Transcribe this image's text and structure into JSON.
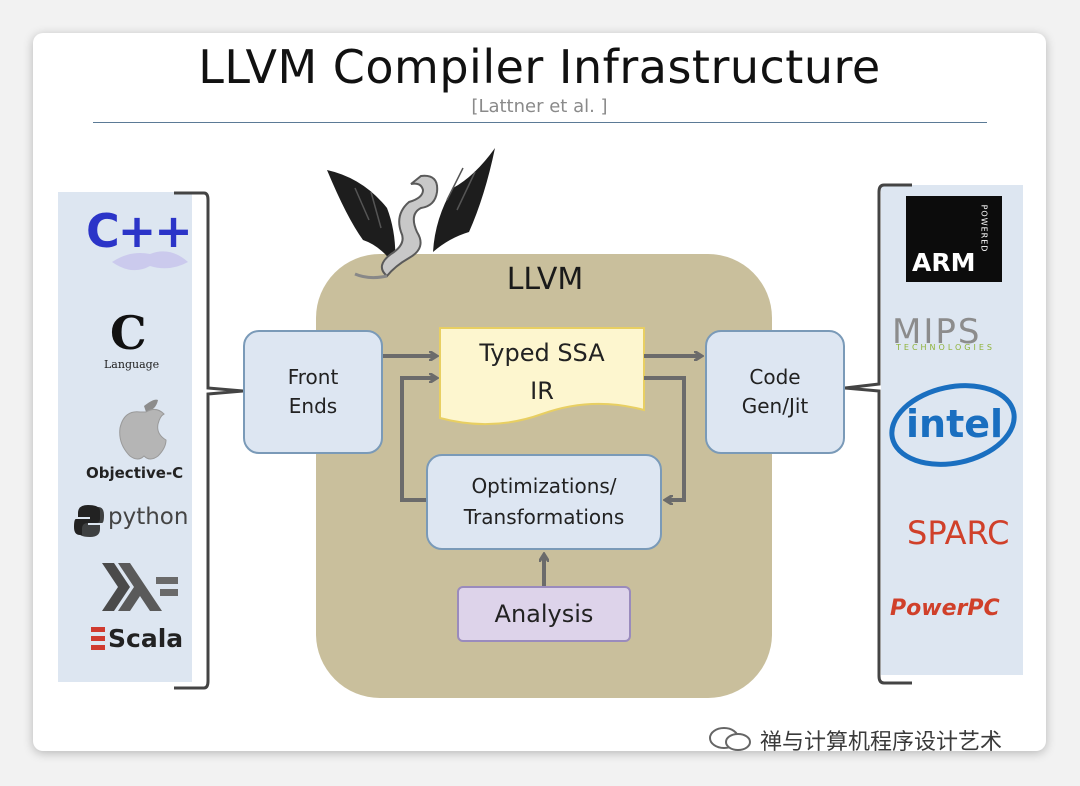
{
  "title": "LLVM Compiler Infrastructure",
  "subtitle": "[Lattner et al. ]",
  "core": {
    "label": "LLVM",
    "front_ends": [
      "Front",
      "Ends"
    ],
    "ir": [
      "Typed SSA",
      "IR"
    ],
    "optimizations": [
      "Optimizations/",
      "Transformations"
    ],
    "analysis": "Analysis",
    "code_gen": [
      "Code",
      "Gen/Jit"
    ]
  },
  "languages": {
    "cpp": "C++",
    "c_letter": "C",
    "c_sub": "Language",
    "objc": "Objective-C",
    "python": "python",
    "scala": "Scala"
  },
  "targets": {
    "arm": "ARM",
    "arm_sub": "POWERED",
    "mips": "MIPS",
    "mips_sub": "TECHNOLOGIES",
    "intel": "intel",
    "sparc": "SPARC",
    "powerpc": "PowerPC"
  },
  "watermark": "禅与计算机程序设计艺术",
  "colors": {
    "llvm_region": "#c9bf9c",
    "box_fill": "#dde6f2",
    "ir_fill": "#fdf6cf",
    "analysis_fill": "#ddd3ea",
    "arrow": "#6b6b6b",
    "panel": "#dde6f1"
  }
}
